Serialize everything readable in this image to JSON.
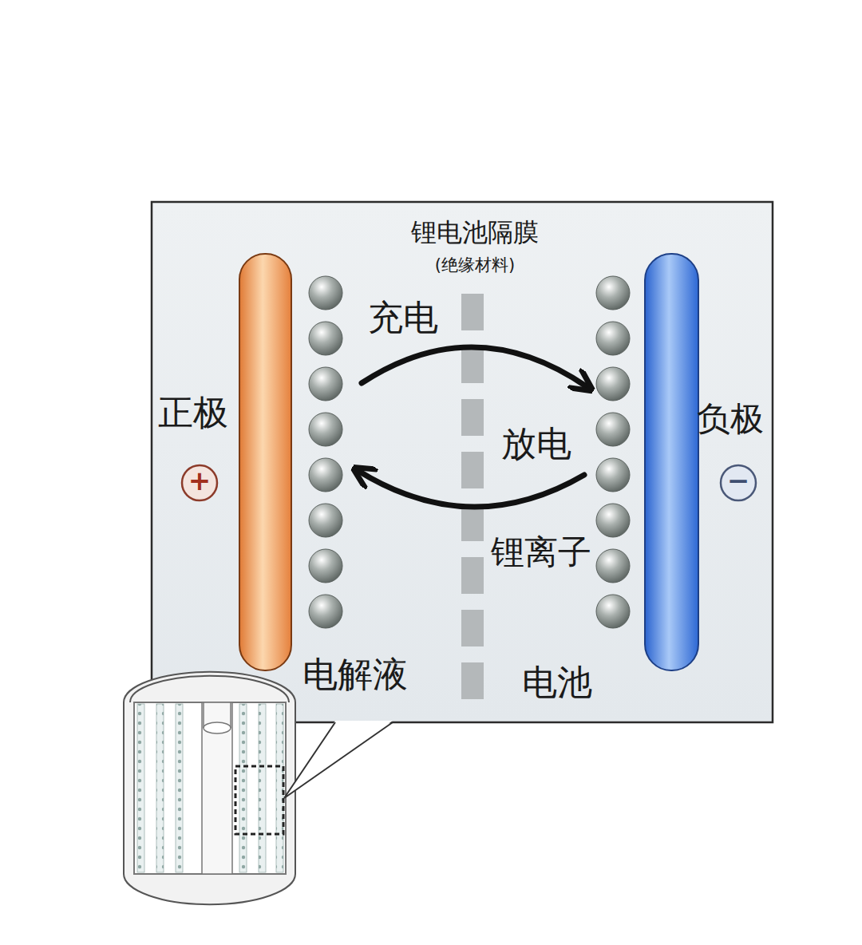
{
  "diagram": {
    "nodes": [
      {
        "text": [
          "正极"
        ]
      },
      {
        "text": [
          "负极"
        ]
      }
    ],
    "edges": [
      {
        "from": 0,
        "to": 1,
        "label": "充电",
        "arrow": "to"
      },
      {
        "from": 1,
        "to": 0,
        "label": "放电",
        "arrow": "to"
      }
    ],
    "labels": [
      "锂电池隔膜",
      "(绝缘材料)",
      "锂离子",
      "电解液",
      "电池",
      "+",
      "−"
    ]
  }
}
